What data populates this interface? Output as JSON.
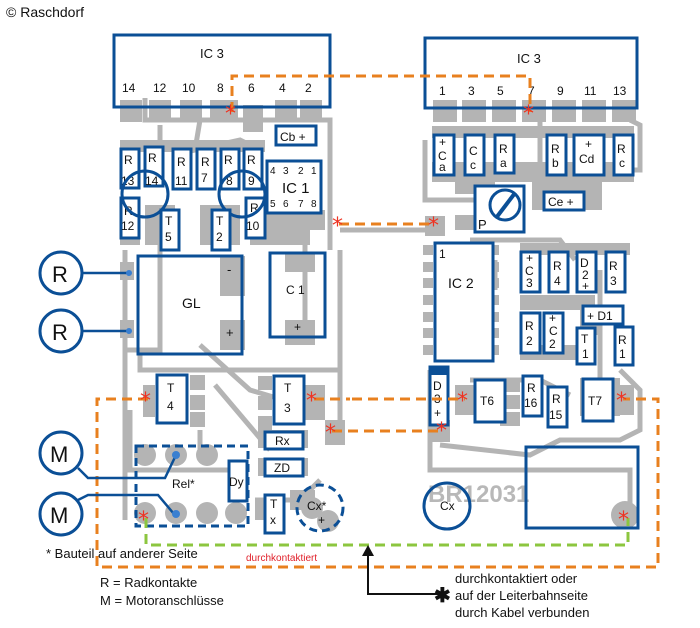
{
  "copyright": "© Raschdorf",
  "left_board": {
    "ic3": {
      "label": "IC 3",
      "pins": [
        "14",
        "12",
        "10",
        "8",
        "6",
        "4",
        "2"
      ]
    },
    "ic1": {
      "label": "IC 1",
      "pins_top": [
        "4",
        "3",
        "2",
        "1"
      ],
      "pins_bottom": [
        "5",
        "6",
        "7",
        "8"
      ]
    },
    "cb": "Cb +",
    "resistors": [
      {
        "r": "R",
        "n": "13"
      },
      {
        "r": "R",
        "n": "14"
      },
      {
        "r": "R",
        "n": "11"
      },
      {
        "r": "R",
        "n": "7"
      },
      {
        "r": "R",
        "n": "8"
      },
      {
        "r": "R",
        "n": "9"
      },
      {
        "r": "R",
        "n": "12"
      },
      {
        "r": "R",
        "n": "10"
      }
    ],
    "t5": {
      "t": "T",
      "n": "5"
    },
    "t2": {
      "t": "T",
      "n": "2"
    },
    "gl": {
      "label": "GL",
      "minus": "-",
      "plus": "+"
    },
    "c1": {
      "label": "C 1",
      "plus": "+"
    },
    "t4": {
      "t": "T",
      "n": "4"
    },
    "t3": {
      "t": "T",
      "n": "3"
    },
    "rx": "Rx",
    "zd": "ZD",
    "dy": "Dy",
    "rel": "Rel*",
    "tx": {
      "t": "T",
      "n": "x"
    },
    "cx_star": {
      "label": "Cx*",
      "plus": "+"
    }
  },
  "right_board": {
    "ic3": {
      "label": "IC 3",
      "pins": [
        "1",
        "3",
        "5",
        "7",
        "9",
        "11",
        "13"
      ]
    },
    "top_parts": [
      {
        "a": "+",
        "b": "C",
        "c": "a"
      },
      {
        "a": "",
        "b": "C",
        "c": "c"
      },
      {
        "a": "",
        "b": "R",
        "c": "a"
      },
      {
        "a": "",
        "b": "R",
        "c": "b"
      },
      {
        "a": "+",
        "b": "Cd",
        "c": ""
      },
      {
        "a": "",
        "b": "R",
        "c": "c"
      }
    ],
    "p": "P",
    "ce": "Ce +",
    "ic2": {
      "label": "IC 2",
      "pin1": "1"
    },
    "mid_parts": [
      {
        "a": "+",
        "b": "C",
        "c": "3"
      },
      {
        "a": "",
        "b": "R",
        "c": "4"
      },
      {
        "a": "D",
        "b": "2",
        "c": "+"
      },
      {
        "a": "",
        "b": "R",
        "c": "3"
      }
    ],
    "d1": "+ D1",
    "r2": {
      "a": "R",
      "b": "2"
    },
    "c2": {
      "a": "+",
      "b": "C",
      "c": "2"
    },
    "t1": {
      "a": "T",
      "b": "1"
    },
    "r1": {
      "a": "R",
      "b": "1"
    },
    "d3": {
      "a": "D",
      "b": "3",
      "c": "+"
    },
    "t6": "T6",
    "r16": {
      "a": "R",
      "b": "16"
    },
    "r15": {
      "a": "R",
      "b": "15"
    },
    "t7": "T7",
    "cx": "Cx",
    "board_id": "BR12031"
  },
  "external": {
    "r_connectors": [
      "R",
      "R"
    ],
    "m_connectors": [
      "M",
      "M"
    ]
  },
  "legend": {
    "note_other_side": "* Bauteil auf anderer Seite",
    "through_plated": "durchkontaktiert",
    "r_def": "R = Radkontakte",
    "m_def": "M = Motoranschlüsse",
    "star_note": [
      "durchkontaktiert oder",
      "auf der Leiterbahnseite",
      "durch Kabel verbunden"
    ],
    "star_glyph": "✱"
  },
  "colors": {
    "component_outline": "#0b4f96",
    "trace": "#b4b4b4",
    "orange_link": "#e8801f",
    "green_link": "#8cc63f",
    "star": "#ee3322",
    "through_plated_text": "#e0202a"
  }
}
